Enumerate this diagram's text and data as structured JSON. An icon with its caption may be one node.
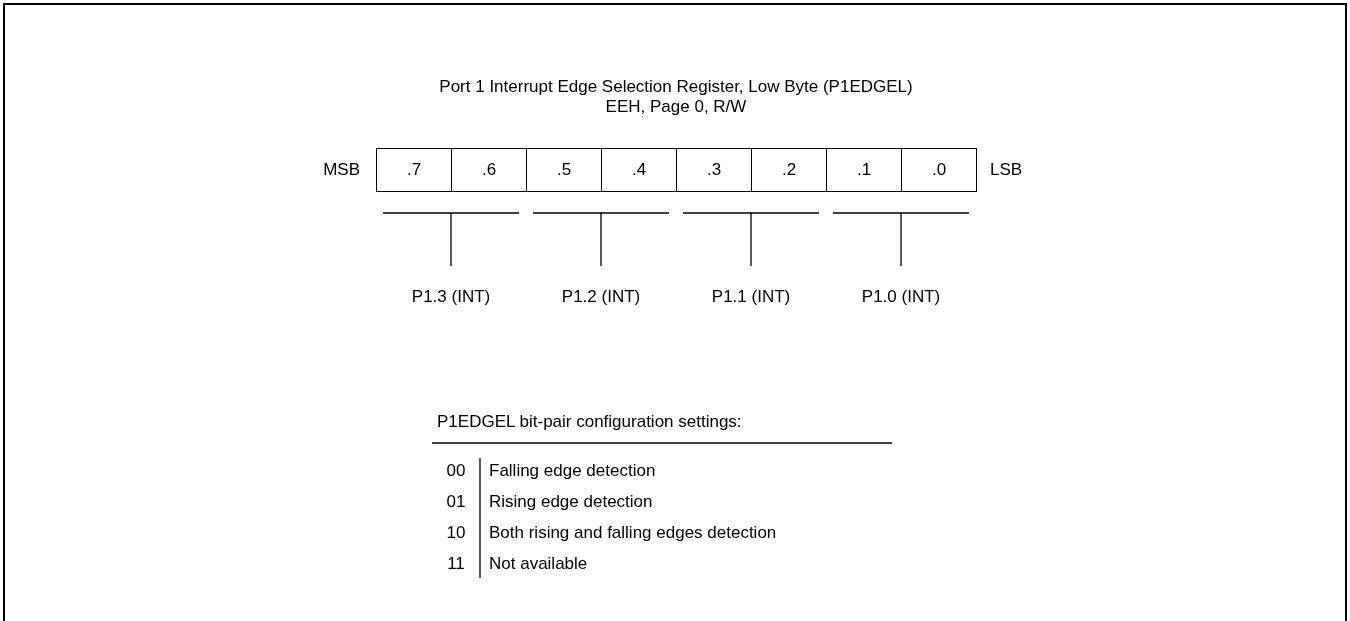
{
  "diagram": {
    "title": "Port 1 Interrupt Edge Selection Register, Low Byte (P1EDGEL)",
    "nodes": [
      {
        "text": [
          ".7"
        ]
      },
      {
        "text": [
          ".6"
        ]
      },
      {
        "text": [
          ".5"
        ]
      },
      {
        "text": [
          ".4"
        ]
      },
      {
        "text": [
          ".3"
        ]
      },
      {
        "text": [
          ".2"
        ]
      },
      {
        "text": [
          ".1"
        ]
      },
      {
        "text": [
          ".0"
        ]
      }
    ],
    "edges": [],
    "labels": [
      "EEH, Page 0, R/W",
      "MSB",
      "LSB",
      "P1.3 (INT)",
      "P1.2 (INT)",
      "P1.1 (INT)",
      "P1.0 (INT)",
      "P1EDGEL bit-pair configuration settings:",
      "00",
      "Falling edge detection",
      "01",
      "Rising edge detection",
      "10",
      "Both rising and falling edges detection",
      "11",
      "Not available"
    ]
  }
}
